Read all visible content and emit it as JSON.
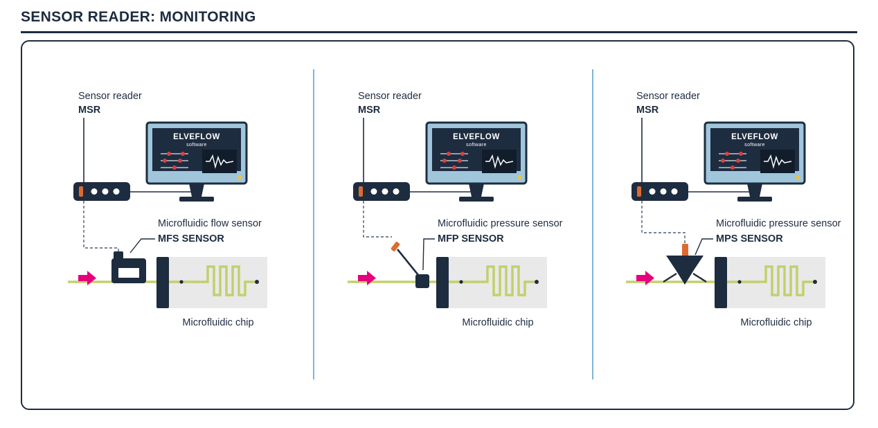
{
  "title": "SENSOR READER: MONITORING",
  "colors": {
    "navy": "#1e2c40",
    "monitor_bezel_blue": "#9fc6db",
    "divider_blue": "#7fb4d8",
    "tube_green": "#c3cf6d",
    "chip_gray": "#e9e9e9",
    "flow_arrow_magenta": "#e6007e",
    "connector_orange": "#dd6b2f",
    "slider_dot_red": "#d9413d",
    "power_dot_yellow": "#e8c34b",
    "screen_navy": "#1e2c40",
    "waveform_box": "#111d2b"
  },
  "panels": [
    {
      "reader_label": "Sensor reader",
      "reader_model": "MSR",
      "screen_title": "ELVEFLOW",
      "screen_subtitle": "software",
      "sensor_label": "Microfluidic flow sensor",
      "sensor_model": "MFS SENSOR",
      "chip_label": "Microfluidic chip"
    },
    {
      "reader_label": "Sensor reader",
      "reader_model": "MSR",
      "screen_title": "ELVEFLOW",
      "screen_subtitle": "software",
      "sensor_label": "Microfluidic pressure sensor",
      "sensor_model": "MFP SENSOR",
      "chip_label": "Microfluidic chip"
    },
    {
      "reader_label": "Sensor reader",
      "reader_model": "MSR",
      "screen_title": "ELVEFLOW",
      "screen_subtitle": "software",
      "sensor_label": "Microfluidic pressure sensor",
      "sensor_model": "MPS SENSOR",
      "chip_label": "Microfluidic chip"
    }
  ]
}
